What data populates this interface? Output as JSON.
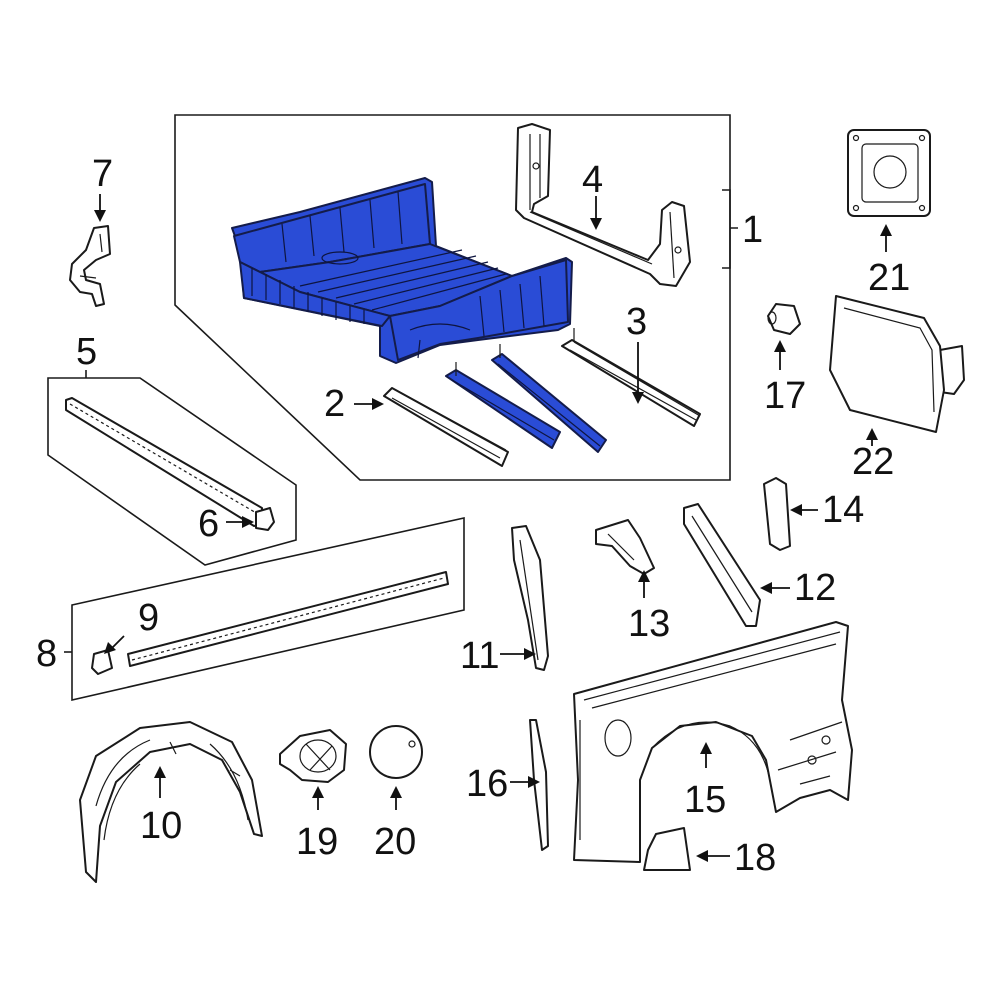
{
  "diagram": {
    "colors": {
      "highlight": "#2a4cd6",
      "line": "#1a1a1a",
      "background": "#ffffff"
    },
    "callouts": [
      {
        "id": "1",
        "label": "1"
      },
      {
        "id": "2",
        "label": "2"
      },
      {
        "id": "3",
        "label": "3"
      },
      {
        "id": "4",
        "label": "4"
      },
      {
        "id": "5",
        "label": "5"
      },
      {
        "id": "6",
        "label": "6"
      },
      {
        "id": "7",
        "label": "7"
      },
      {
        "id": "8",
        "label": "8"
      },
      {
        "id": "9",
        "label": "9"
      },
      {
        "id": "10",
        "label": "10"
      },
      {
        "id": "11",
        "label": "11"
      },
      {
        "id": "12",
        "label": "12"
      },
      {
        "id": "13",
        "label": "13"
      },
      {
        "id": "14",
        "label": "14"
      },
      {
        "id": "15",
        "label": "15"
      },
      {
        "id": "16",
        "label": "16"
      },
      {
        "id": "17",
        "label": "17"
      },
      {
        "id": "18",
        "label": "18"
      },
      {
        "id": "19",
        "label": "19"
      },
      {
        "id": "20",
        "label": "20"
      },
      {
        "id": "21",
        "label": "21"
      },
      {
        "id": "22",
        "label": "22"
      }
    ]
  }
}
